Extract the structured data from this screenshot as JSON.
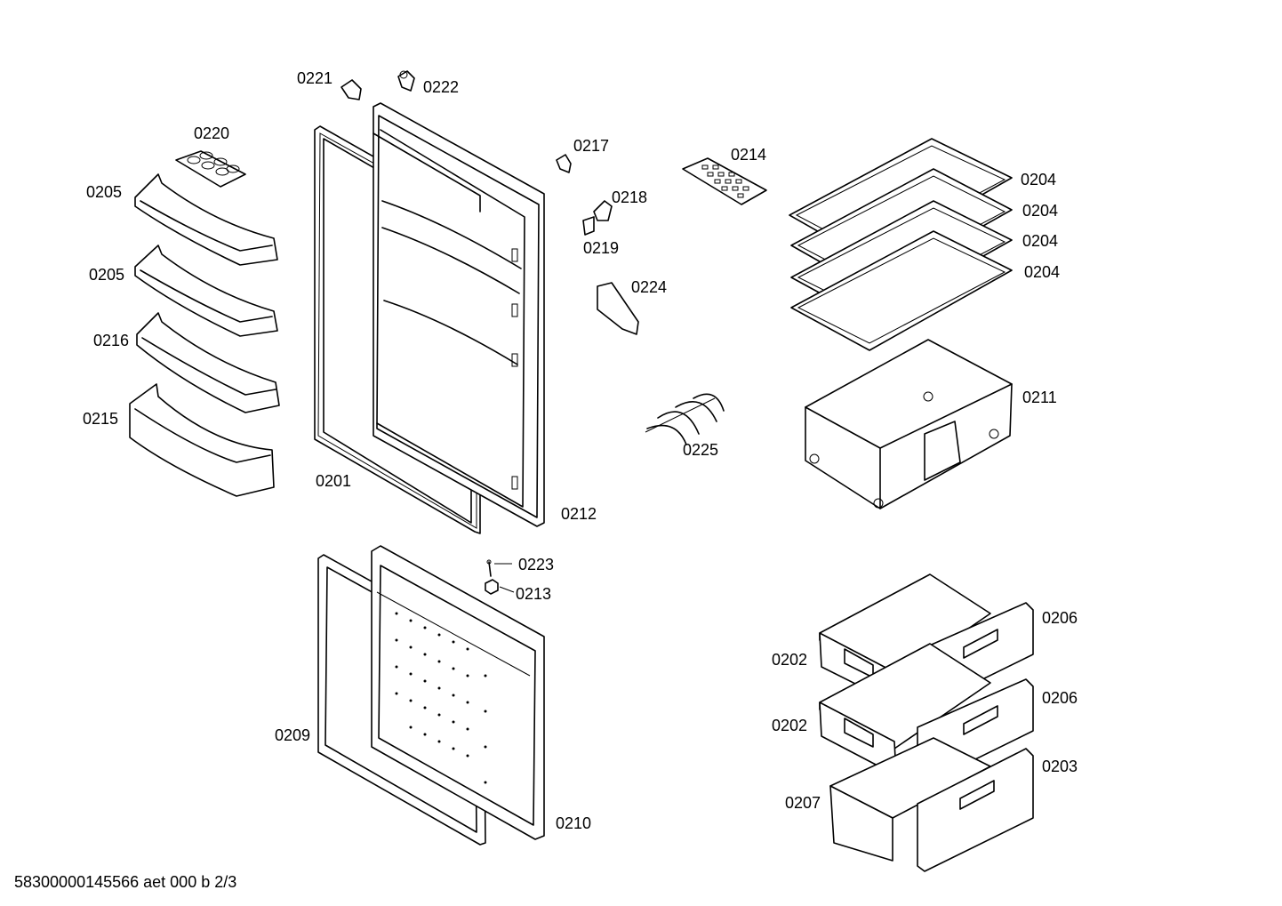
{
  "callouts": {
    "c0221": "0221",
    "c0222": "0222",
    "c0220": "0220",
    "c0217": "0217",
    "c0214": "0214",
    "c0205a": "0205",
    "c0205b": "0205",
    "c0218": "0218",
    "c0219": "0219",
    "c0204a": "0204",
    "c0204b": "0204",
    "c0204c": "0204",
    "c0204d": "0204",
    "c0224": "0224",
    "c0216": "0216",
    "c0211": "0211",
    "c0215": "0215",
    "c0225": "0225",
    "c0201": "0201",
    "c0212": "0212",
    "c0223": "0223",
    "c0213": "0213",
    "c0206a": "0206",
    "c0202a": "0202",
    "c0206b": "0206",
    "c0202b": "0202",
    "c0209": "0209",
    "c0203": "0203",
    "c0207": "0207",
    "c0210": "0210"
  },
  "footer": "58300000145566 aet 000 b 2/3"
}
